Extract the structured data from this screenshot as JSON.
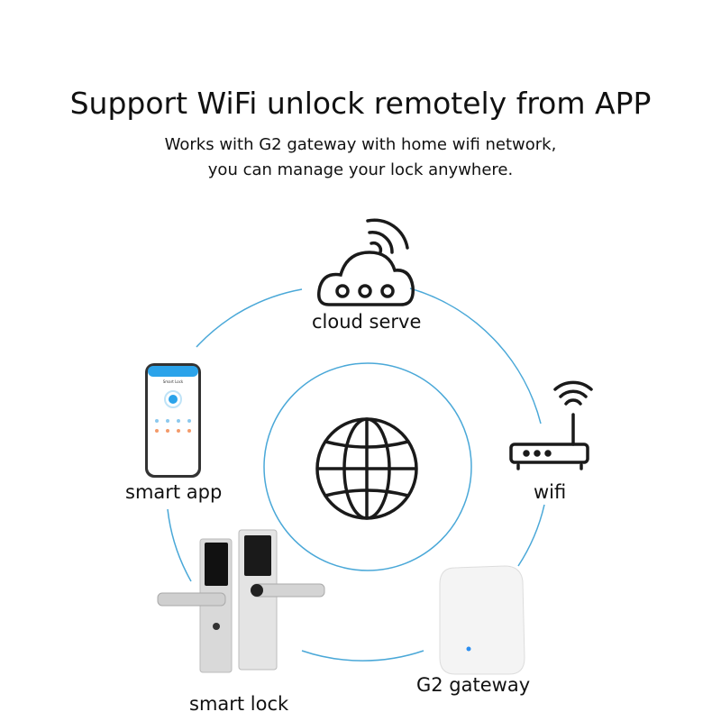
{
  "title": "Support WiFi unlock remotely from APP",
  "subtitle_line1": "Works with G2 gateway with home wifi network,",
  "subtitle_line2": "you can manage your lock anywhere.",
  "nodes": {
    "cloud": "cloud serve",
    "app": "smart app",
    "wifi": "wifi",
    "gateway": "G2 gateway",
    "lock": "smart lock"
  },
  "phone_screen_title": "Smart Lock",
  "colors": {
    "ring": "#4aa8d8",
    "icon": "#1a1a1a",
    "phone_header": "#2ba3ea"
  }
}
